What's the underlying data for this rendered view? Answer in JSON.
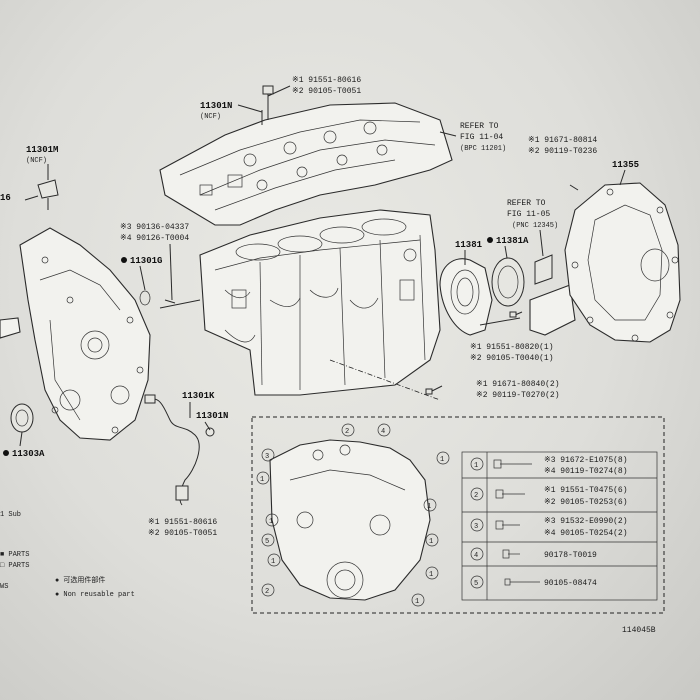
{
  "parts": {
    "p11301n_top": {
      "num": "11301N",
      "note": "(NCF)"
    },
    "p11301m": {
      "num": "11301M",
      "note": "(NCF)"
    },
    "p11301g": {
      "num": "11301G"
    },
    "p11301k": {
      "num": "11301K"
    },
    "p11301n_mid": {
      "num": "11301N"
    },
    "p11303a": {
      "num": "11303A"
    },
    "p11381": {
      "num": "11381"
    },
    "p11381a": {
      "num": "11381A"
    },
    "p11355": {
      "num": "11355"
    },
    "p16_left": {
      "num": "16"
    }
  },
  "refs": {
    "top": {
      "line1": "※1 91551-80616",
      "line2": "※2 90105-T0051"
    },
    "left_mid": {
      "line1": "※3 90136-04337",
      "line2": "※4 90126-T0004"
    },
    "bottom_left": {
      "line1": "※1 91551-80616",
      "line2": "※2 90105-T0051"
    },
    "right_top": {
      "line1": "※1 91671-80814",
      "line2": "※2 90119-T0236"
    },
    "center_right": {
      "line1": "※1 91551-80820(1)",
      "line2": "※2 90105-T0040(1)"
    },
    "center_right2": {
      "line1": "※1 91671-80840(2)",
      "line2": "※2 90119-T0270(2)"
    }
  },
  "refer_notes": {
    "a": {
      "line1": "REFER TO",
      "line2": "FIG 11-04",
      "line3": "(BPC 11201)"
    },
    "b": {
      "line1": "REFER TO",
      "line2": "FIG 11-05",
      "line3": "(PNC 12345)"
    }
  },
  "callout_table": {
    "rows": [
      {
        "num": "1",
        "line1": "※3 91672-E1075(8)",
        "line2": "※4 90119-T0274(8)"
      },
      {
        "num": "2",
        "line1": "※1 91551-T0475(6)",
        "line2": "※2 90105-T0253(6)"
      },
      {
        "num": "3",
        "line1": "※3 91532-E0990(2)",
        "line2": "※4 90105-T0254(2)"
      },
      {
        "num": "4",
        "line1": "90178-T0019",
        "line2": ""
      },
      {
        "num": "5",
        "line1": "90105-08474",
        "line2": ""
      }
    ]
  },
  "legend": {
    "line1": "■ PARTS",
    "line2": "□ PARTS",
    "line3": "WS",
    "item_filled": "● 可选用件部件",
    "item_unusable": "● Non reusable part",
    "sub": "1 Sub"
  },
  "figure_code": "114045B"
}
